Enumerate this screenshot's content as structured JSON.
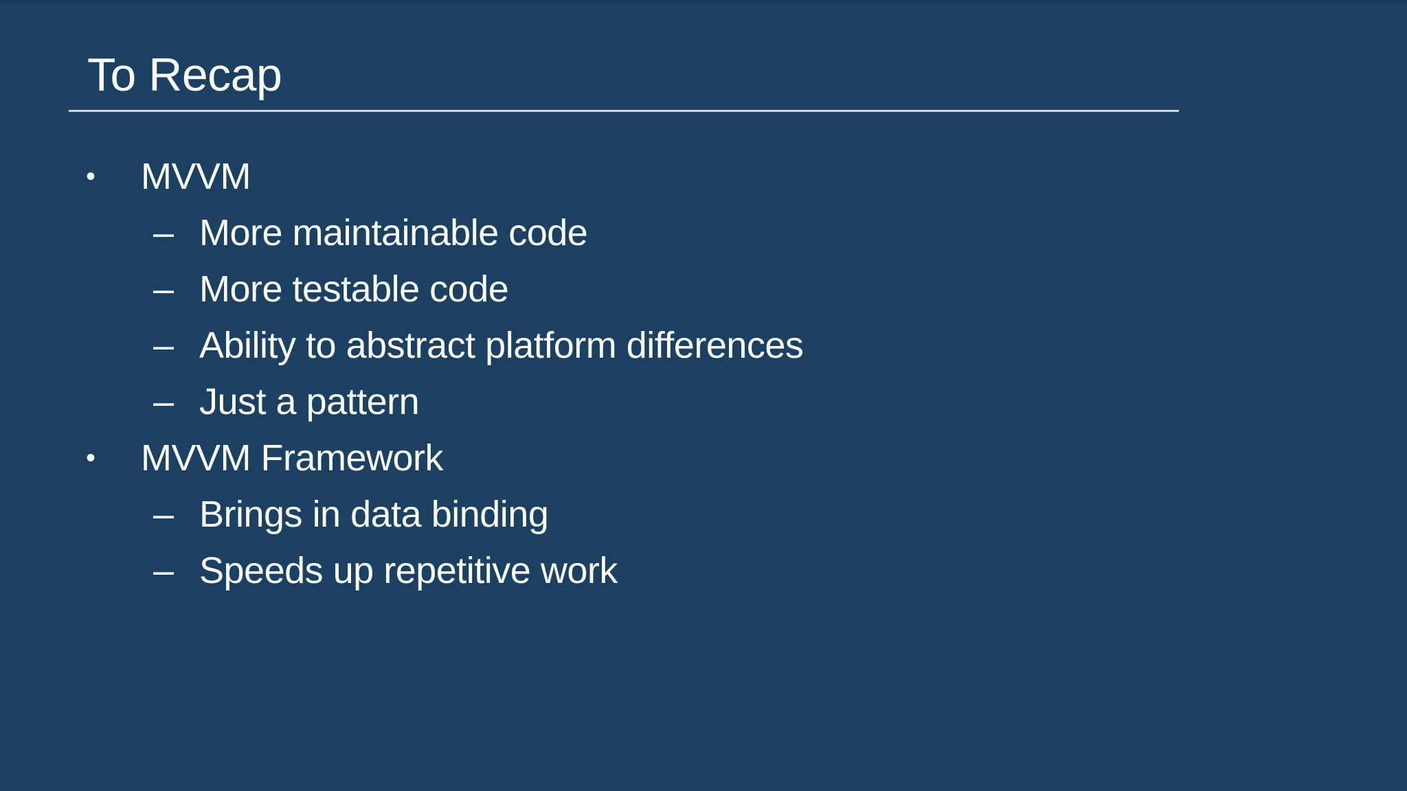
{
  "slide": {
    "title": "To Recap",
    "markers": {
      "level1": "•",
      "level2": "–"
    },
    "bullets": [
      {
        "level": 1,
        "text": "MVVM"
      },
      {
        "level": 2,
        "text": "More maintainable code"
      },
      {
        "level": 2,
        "text": "More testable code"
      },
      {
        "level": 2,
        "text": "Ability to abstract platform differences"
      },
      {
        "level": 2,
        "text": "Just a pattern"
      },
      {
        "level": 1,
        "text": "MVVM Framework"
      },
      {
        "level": 2,
        "text": "Brings in data binding"
      },
      {
        "level": 2,
        "text": "Speeds up repetitive work"
      }
    ]
  },
  "colors": {
    "background": "#1b4062",
    "text": "#fdfeff",
    "rule": "#c9d6e2"
  }
}
